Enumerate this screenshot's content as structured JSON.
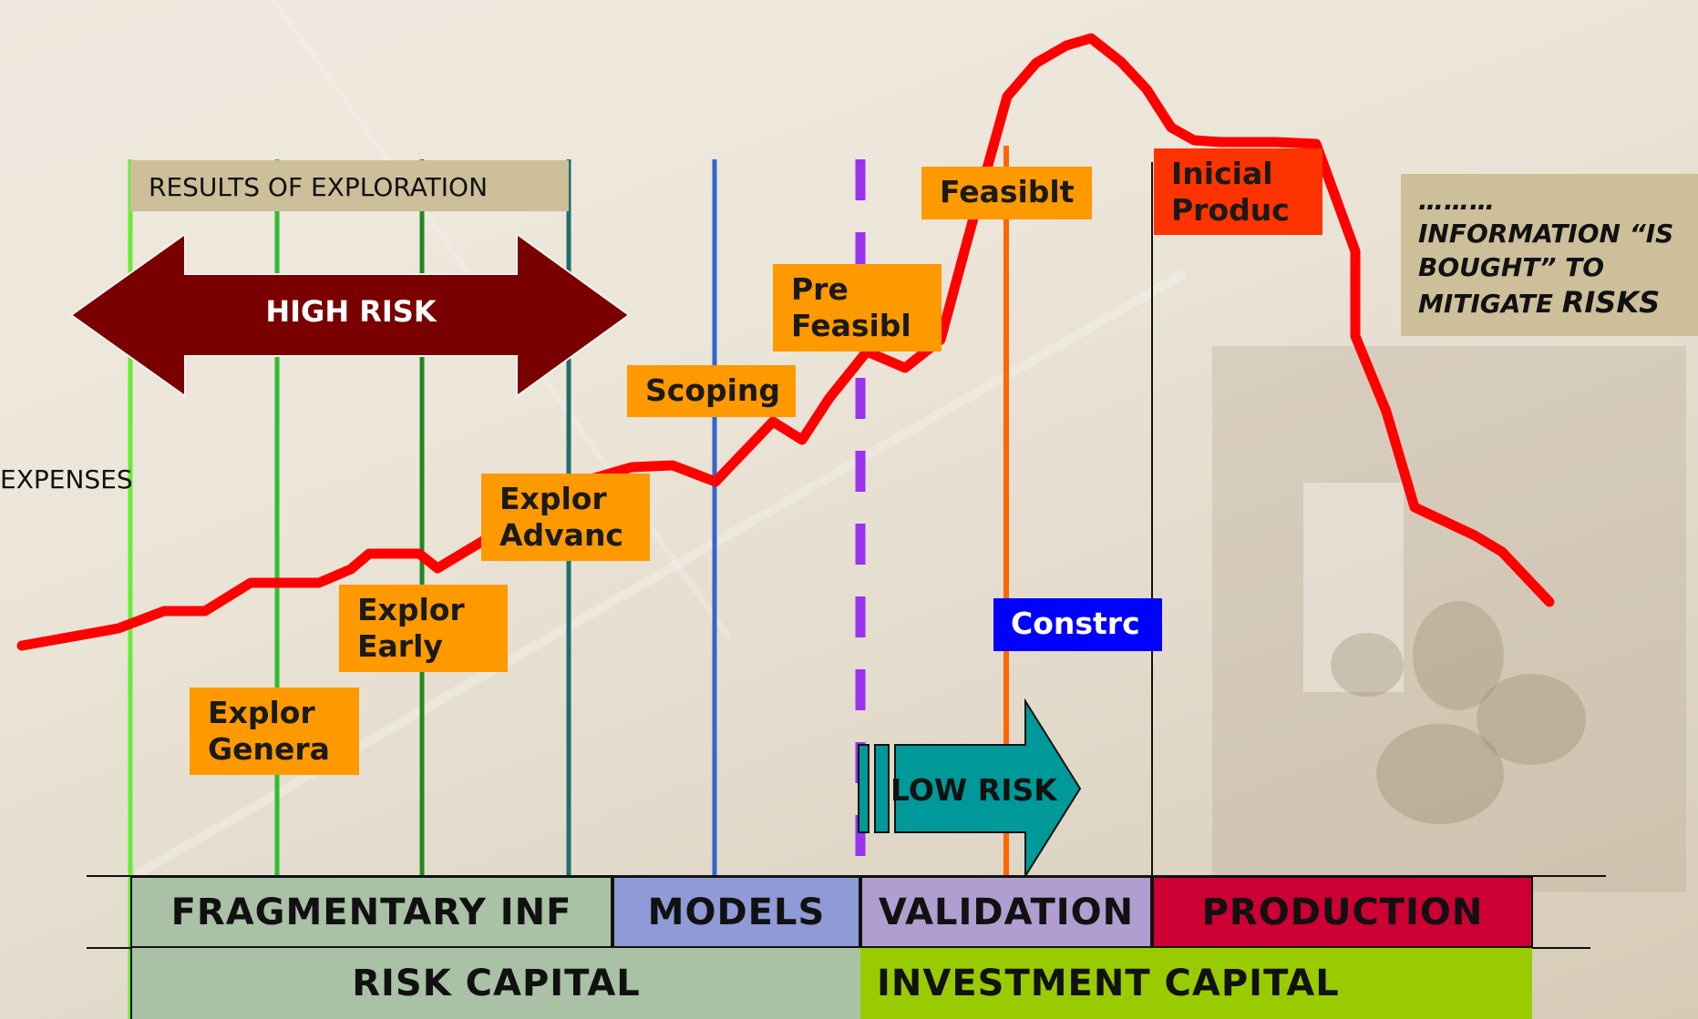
{
  "results_label": "RESULTS OF EXPLORATION",
  "high_risk_label": "HIGH RISK",
  "low_risk_label": "LOW RISK",
  "expenses_label": "EXPENSES",
  "stages": {
    "explor_genera": [
      "Explor",
      "Genera"
    ],
    "explor_early": [
      "Explor",
      "Early"
    ],
    "explor_advanc": [
      "Explor",
      "Advanc"
    ],
    "scoping": "Scoping",
    "pre_feasibl": [
      "Pre",
      "Feasibl"
    ],
    "feasiblt": "Feasiblt",
    "constrc": "Constrc",
    "inicial_produc": [
      "Inicial",
      "Produc"
    ]
  },
  "info_note": {
    "dots": "………",
    "line1": "INFORMATION “IS",
    "line2": "BOUGHT” TO",
    "line3_a": "MITIGATE ",
    "line3_b": "RISKS"
  },
  "phases": [
    "FRAGMENTARY INF",
    "MODELS",
    "VALIDATION",
    "PRODUCTION"
  ],
  "capital": [
    "RISK CAPITAL",
    "INVESTMENT CAPITAL"
  ],
  "colors": {
    "curve": "#ff0000",
    "stage_box": "#ff9900",
    "constrc_box": "#0000ff",
    "inicial_box": "#ff3300",
    "high_risk_arrow": "#7a0000",
    "low_risk_arrow": "#009999",
    "fragmentary": "#a9c1a5",
    "models": "#8f9ad7",
    "validation": "#b09ed0",
    "production": "#cc0033",
    "risk_capital": "#a9c1a5",
    "investment_capital": "#99cc00"
  }
}
